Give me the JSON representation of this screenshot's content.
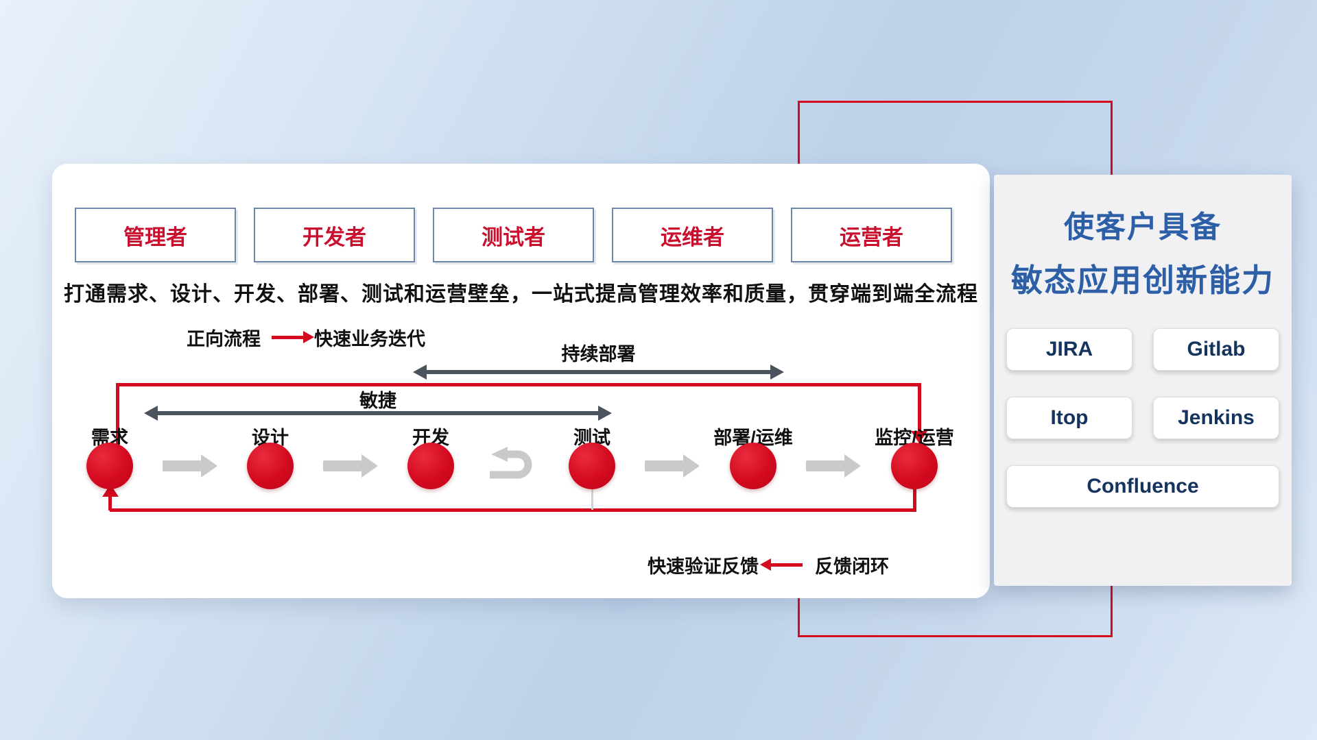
{
  "colors": {
    "red": "#d40a1f",
    "dark_arrow": "#4a535e",
    "gray_arrow": "#c7c9cb",
    "title_blue": "#2d5fa7",
    "tool_text_navy": "#15335f",
    "role_text_red": "#c8102e"
  },
  "roles": [
    "管理者",
    "开发者",
    "测试者",
    "运维者",
    "运营者"
  ],
  "description": "打通需求、设计、开发、部署、测试和运营壁垒，一站式提高管理效率和质量，贯穿端到端全流程",
  "forward_legend": {
    "label": "正向流程",
    "value": "快速业务迭代"
  },
  "cd_label": "持续部署",
  "agile_label": "敏捷",
  "nodes": [
    "需求",
    "设计",
    "开发",
    "测试",
    "部署/运维",
    "监控/运营"
  ],
  "feedback_legend": {
    "label": "快速验证反馈",
    "value": "反馈闭环"
  },
  "right_panel": {
    "title_line1": "使客户具备",
    "title_line2": "敏态应用创新能力",
    "tools": [
      "JIRA",
      "Gitlab",
      "Itop",
      "Jenkins",
      "Confluence"
    ]
  }
}
